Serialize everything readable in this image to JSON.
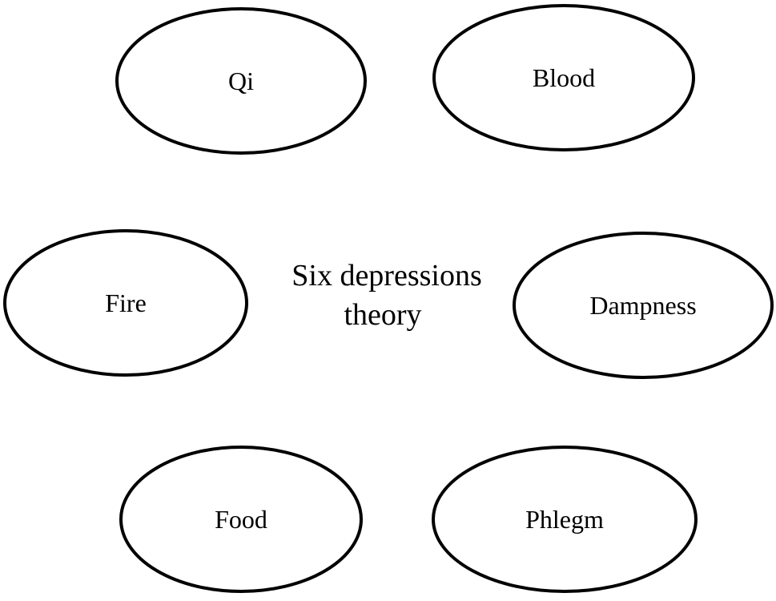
{
  "diagram": {
    "center": {
      "line1": "Six depressions",
      "line2": "theory"
    },
    "nodes": [
      {
        "id": "qi",
        "label": "Qi"
      },
      {
        "id": "blood",
        "label": "Blood"
      },
      {
        "id": "fire",
        "label": "Fire"
      },
      {
        "id": "dampness",
        "label": "Dampness"
      },
      {
        "id": "food",
        "label": "Food"
      },
      {
        "id": "phlegm",
        "label": "Phlegm"
      }
    ]
  }
}
